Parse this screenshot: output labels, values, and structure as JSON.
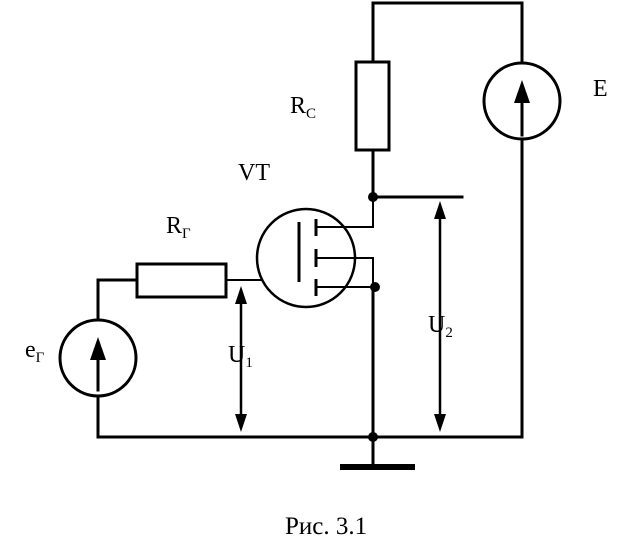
{
  "labels": {
    "rc": {
      "main": "R",
      "sub": "C"
    },
    "vt": "VT",
    "e": "E",
    "rg": {
      "main": "R",
      "sub": "Г"
    },
    "eg": {
      "main": "e",
      "sub": "Г"
    },
    "u1": {
      "main": "U",
      "sub": "1"
    },
    "u2": {
      "main": "U",
      "sub": "2"
    }
  },
  "caption": "Рис. 3.1"
}
